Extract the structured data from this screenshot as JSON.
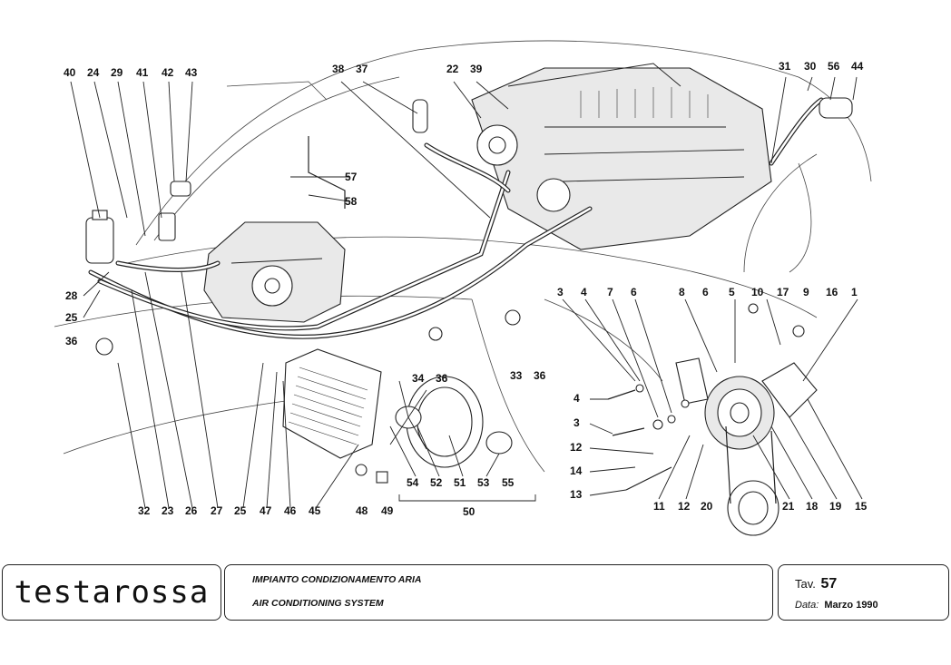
{
  "diagram": {
    "callouts_top": [
      "40",
      "24",
      "29",
      "41",
      "42",
      "43",
      "38",
      "37",
      "22",
      "39",
      "31",
      "30",
      "56",
      "44"
    ],
    "callouts_mid": [
      "57",
      "58",
      "28",
      "25",
      "36",
      "3",
      "4",
      "7",
      "6",
      "8",
      "6",
      "5",
      "10",
      "17",
      "9",
      "16",
      "1",
      "34",
      "36",
      "33",
      "36",
      "4",
      "3",
      "12",
      "14",
      "13"
    ],
    "callouts_bottom": [
      "32",
      "23",
      "26",
      "27",
      "25",
      "47",
      "46",
      "45",
      "48",
      "49",
      "54",
      "52",
      "51",
      "53",
      "55",
      "50",
      "11",
      "12",
      "20",
      "21",
      "18",
      "19",
      "15"
    ]
  },
  "title_block": {
    "logo": "testarossa",
    "title_it": "IMPIANTO CONDIZIONAMENTO ARIA",
    "title_en": "AIR CONDITIONING SYSTEM",
    "tav_label": "Tav.",
    "tav_number": "57",
    "date_label": "Data:",
    "date_value": "Marzo 1990"
  }
}
